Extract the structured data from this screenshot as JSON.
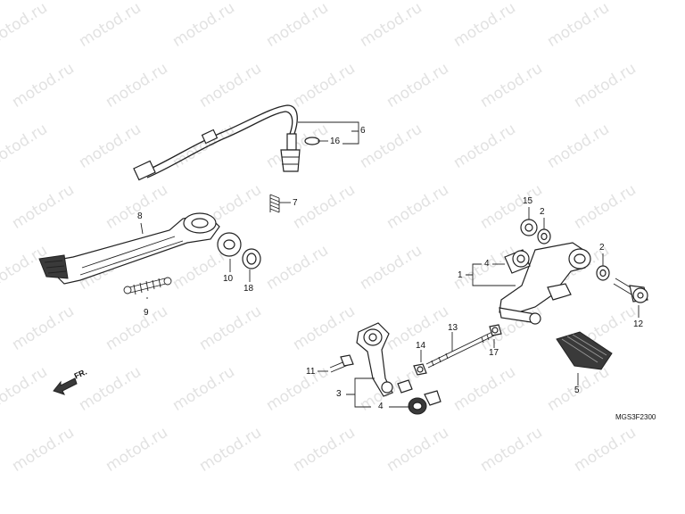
{
  "watermark": "motod.ru",
  "diagram_code": "MGS3F2300",
  "direction_label": "FR.",
  "callouts": [
    {
      "id": "c1",
      "text": "1"
    },
    {
      "id": "c2a",
      "text": "2"
    },
    {
      "id": "c2b",
      "text": "2"
    },
    {
      "id": "c3",
      "text": "3"
    },
    {
      "id": "c4a",
      "text": "4"
    },
    {
      "id": "c4b",
      "text": "4"
    },
    {
      "id": "c5",
      "text": "5"
    },
    {
      "id": "c6",
      "text": "6"
    },
    {
      "id": "c7",
      "text": "7"
    },
    {
      "id": "c8",
      "text": "8"
    },
    {
      "id": "c9",
      "text": "9"
    },
    {
      "id": "c10",
      "text": "10"
    },
    {
      "id": "c11",
      "text": "11"
    },
    {
      "id": "c12",
      "text": "12"
    },
    {
      "id": "c13",
      "text": "13"
    },
    {
      "id": "c14",
      "text": "14"
    },
    {
      "id": "c15",
      "text": "15"
    },
    {
      "id": "c16",
      "text": "16"
    },
    {
      "id": "c17",
      "text": "17"
    },
    {
      "id": "c18",
      "text": "18"
    }
  ]
}
